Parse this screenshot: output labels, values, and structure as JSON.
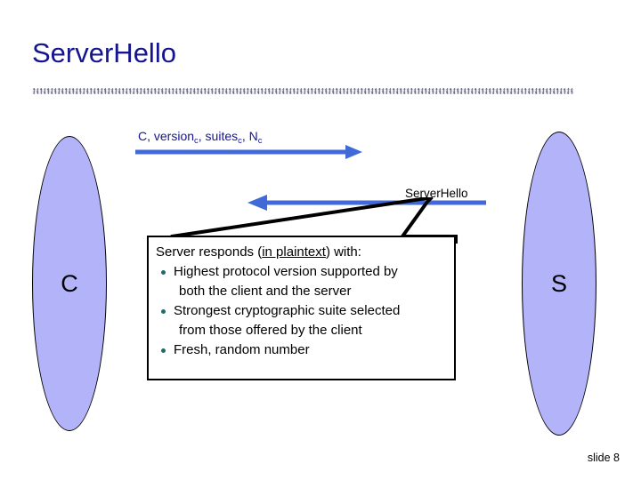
{
  "slide": {
    "title": "ServerHello",
    "slide_number": "slide 8",
    "title_color": "#141490",
    "divider_color": "#b9b9c4"
  },
  "actors": [
    {
      "id": "client",
      "label": "C",
      "name": "client"
    },
    {
      "id": "server",
      "label": "S",
      "name": "server"
    }
  ],
  "messages": [
    {
      "id": "msg1",
      "direction": "client-to-server",
      "label_prefix": "C, version",
      "label_sub1": "c",
      "label_mid": ", suites",
      "label_sub2": "c",
      "label_mid2": ", N",
      "label_sub3": "c",
      "full_label": "C, versionc, suitesc, Nc",
      "arrow_color": "#4169d8",
      "label_color": "#141490"
    },
    {
      "id": "msg2",
      "direction": "server-to-client",
      "label": "ServerHello",
      "arrow_color": "#4169d8",
      "label_color": "#000000"
    }
  ],
  "description": {
    "heading_before": "Server responds (",
    "heading_underlined": "in plaintext",
    "heading_after": ") with:",
    "bullets": [
      {
        "line1": "Highest protocol version supported by",
        "line2": "both the client and the server"
      },
      {
        "line1": "Strongest cryptographic suite selected",
        "line2": "from those offered by the client"
      },
      {
        "line1": "Fresh, random number",
        "line2": ""
      }
    ],
    "bullet_color": "#1f6b6b",
    "border_color": "#000000"
  },
  "colors": {
    "ellipse_fill": "#b3b3fa",
    "ellipse_stroke": "#000000",
    "arrow_blue": "#4169d8",
    "title_navy": "#141490",
    "pointer_black": "#000000"
  }
}
